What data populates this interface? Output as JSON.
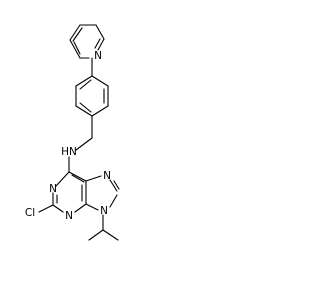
{
  "molecule": {
    "atom_labels": {
      "n_pyridine": "N",
      "nh": "HN",
      "n_pyrimidine_upper": "N",
      "n_imidazole": "N",
      "cl": "Cl",
      "n_pyrimidine_lower": "N",
      "n9": "N"
    }
  }
}
